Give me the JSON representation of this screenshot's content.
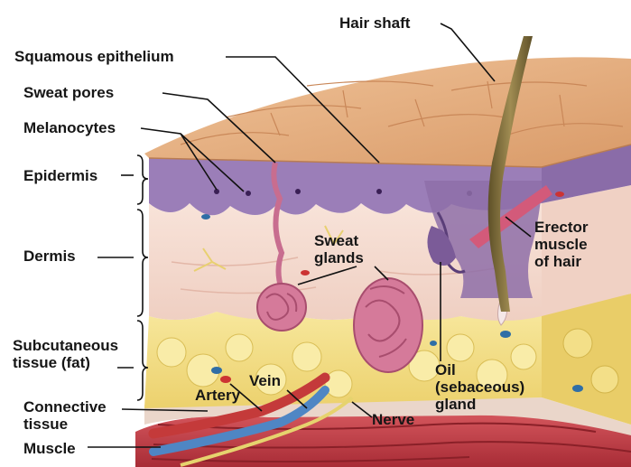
{
  "labels": {
    "hair_shaft": "Hair shaft",
    "squamous_epithelium": "Squamous epithelium",
    "sweat_pores": "Sweat pores",
    "melanocytes": "Melanocytes",
    "epidermis": "Epidermis",
    "dermis": "Dermis",
    "subcutaneous_line1": "Subcutaneous",
    "subcutaneous_line2": "tissue (fat)",
    "connective_line1": "Connective",
    "connective_line2": "tissue",
    "muscle": "Muscle",
    "sweat_glands_line1": "Sweat",
    "sweat_glands_line2": "glands",
    "erector_line1": "Erector",
    "erector_line2": "muscle",
    "erector_line3": "of hair",
    "oil_line1": "Oil",
    "oil_line2": "(sebaceous)",
    "oil_line3": "gland",
    "artery": "Artery",
    "vein": "Vein",
    "nerve": "Nerve"
  },
  "colors": {
    "skin_surface": "#e9b486",
    "epidermis": "#9b7eb8",
    "dermis": "#f6dcd2",
    "subcutaneous_fat": "#f3e08a",
    "muscle": "#c7414a",
    "artery": "#c43a3a",
    "vein": "#4f86c4",
    "hair": "#7a6a3a",
    "sweat_gland": "#c86d8f"
  }
}
